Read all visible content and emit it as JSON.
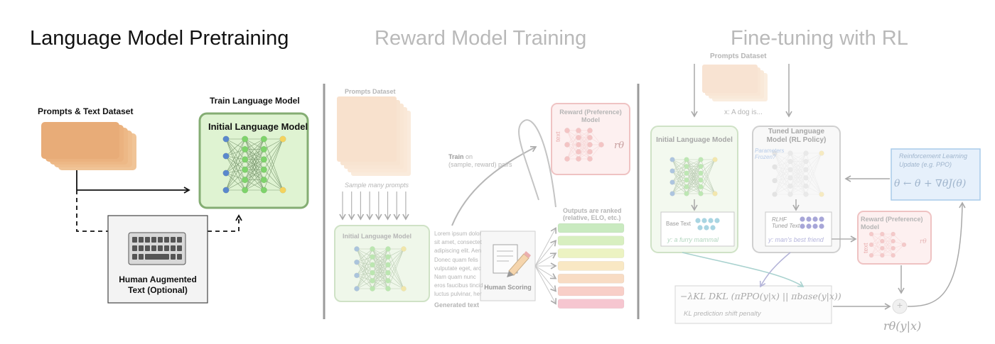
{
  "titles": {
    "pretraining": "Language Model Pretraining",
    "reward": "Reward Model Training",
    "finetune": "Fine-tuning with RL"
  },
  "pretraining": {
    "dataset_label": "Prompts & Text Dataset",
    "train_label": "Train Language Model",
    "model_label": "Initial Language Model",
    "human_label_1": "Human Augmented",
    "human_label_2": "Text (Optional)"
  },
  "reward_training": {
    "prompts_dataset": "Prompts Dataset",
    "sample_label": "Sample many prompts",
    "initial_model": "Initial Language Model",
    "train_bold": "Train",
    "train_rest": " on",
    "train_line2": "(sample, reward) pairs",
    "reward_model_1": "Reward (Preference)",
    "reward_model_2": "Model",
    "text_axis": "text",
    "r_theta": "rθ",
    "lorem": [
      "Lorem ipsum dolor",
      "sit amet, consectet",
      "adipiscing elit. Aen",
      "Donec quam felis",
      "vulputate eget, arc",
      "Nam quam nunc",
      "eros faucibus tincid",
      "luctus pulvinar, her"
    ],
    "generated_text": "Generated text",
    "human_scoring": "Human Scoring",
    "outputs_ranked_1": "Outputs are ranked",
    "outputs_ranked_2": "(relative, ELO, etc.)"
  },
  "finetuning": {
    "prompts_dataset": "Prompts Dataset",
    "prompt_example": "x: A dog is...",
    "initial_model": "Initial Language Model",
    "tuned_model_1": "Tuned Language",
    "tuned_model_2": "Model (RL Policy)",
    "frozen_1": "Parameters",
    "frozen_2": "Frozen?",
    "base_text": "Base Text",
    "base_example": "y: a furry mammal",
    "rlhf_1": "RLHF",
    "rlhf_2": "Tuned Text",
    "rlhf_example": "y: man's best friend",
    "rl_update_1": "Reinforcement Learning",
    "rl_update_2": "Update (e.g. PPO)",
    "rl_formula": "θ ← θ + ∇θJ(θ)",
    "reward_model_1": "Reward (Preference)",
    "reward_model_2": "Model",
    "text_axis": "text",
    "r_small": "rθ",
    "kl_formula": "−λKL DKL (πPPO(y|x) || πbase(y|x))",
    "kl_label": "KL prediction shift penalty",
    "plus": "+",
    "r_output": "rθ(y|x)"
  },
  "colors": {
    "ranked_bars": [
      "#c9eac0",
      "#d8efc0",
      "#ecf3c2",
      "#f9e8c4",
      "#f8dcc4",
      "#f8cfc8",
      "#f6c6d0"
    ]
  }
}
